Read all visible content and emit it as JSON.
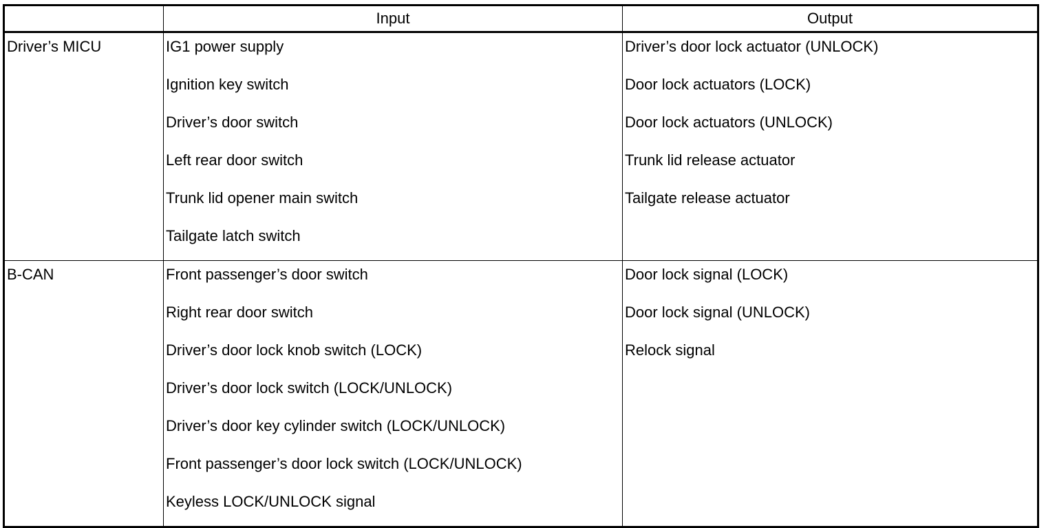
{
  "table": {
    "headers": [
      "",
      "Input",
      "Output"
    ],
    "rows": [
      {
        "source": "Driver’s MICU",
        "inputs": [
          "IG1 power supply",
          "Ignition key switch",
          "Driver’s door switch",
          "Left rear door switch",
          "Trunk lid opener main switch",
          "Tailgate latch switch"
        ],
        "outputs": [
          "Driver’s door lock actuator (UNLOCK)",
          "Door lock actuators (LOCK)",
          "Door lock actuators (UNLOCK)",
          "Trunk lid release actuator",
          "Tailgate release actuator"
        ]
      },
      {
        "source": "B-CAN",
        "inputs": [
          "Front passenger’s door switch",
          "Right rear door switch",
          "Driver’s door lock knob switch (LOCK)",
          "Driver’s door lock switch (LOCK/UNLOCK)",
          "Driver’s door key cylinder switch (LOCK/UNLOCK)",
          "Front passenger’s door lock switch (LOCK/UNLOCK)",
          "Keyless LOCK/UNLOCK signal"
        ],
        "outputs": [
          "Door lock signal (LOCK)",
          "Door lock signal (UNLOCK)",
          "Relock signal"
        ]
      }
    ]
  }
}
